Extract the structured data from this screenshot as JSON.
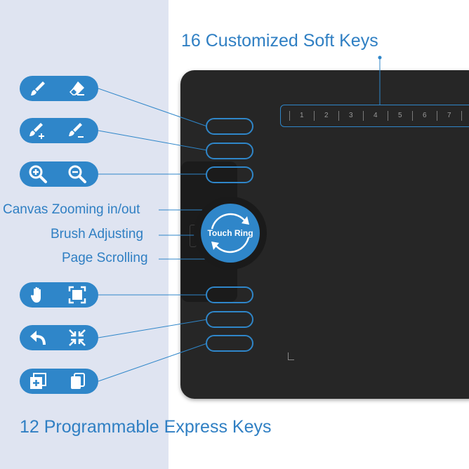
{
  "headings": {
    "soft_keys": "16 Customized Soft Keys",
    "express_keys": "12 Programmable Express Keys"
  },
  "touch_ring": {
    "label": "Touch Ring",
    "functions": [
      "Canvas Zooming in/out",
      "Brush Adjusting",
      "Page Scrolling"
    ]
  },
  "soft_keys": {
    "numbers": [
      "1",
      "2",
      "3",
      "4",
      "5",
      "6",
      "7"
    ]
  },
  "express_key_pairs": [
    {
      "left_icon": "brush-icon",
      "right_icon": "eraser-icon"
    },
    {
      "left_icon": "brush-size-increase-icon",
      "right_icon": "brush-size-decrease-icon"
    },
    {
      "left_icon": "zoom-in-icon",
      "right_icon": "zoom-out-icon"
    },
    {
      "left_icon": "hand-pan-icon",
      "right_icon": "fit-screen-icon"
    },
    {
      "left_icon": "undo-icon",
      "right_icon": "shrink-icon"
    },
    {
      "left_icon": "new-layer-icon",
      "right_icon": "duplicate-layer-icon"
    }
  ],
  "colors": {
    "accent": "#2f86c9",
    "text_blue": "#2f7fc3",
    "left_panel": "#dfe4f1",
    "tablet": "#262626"
  }
}
